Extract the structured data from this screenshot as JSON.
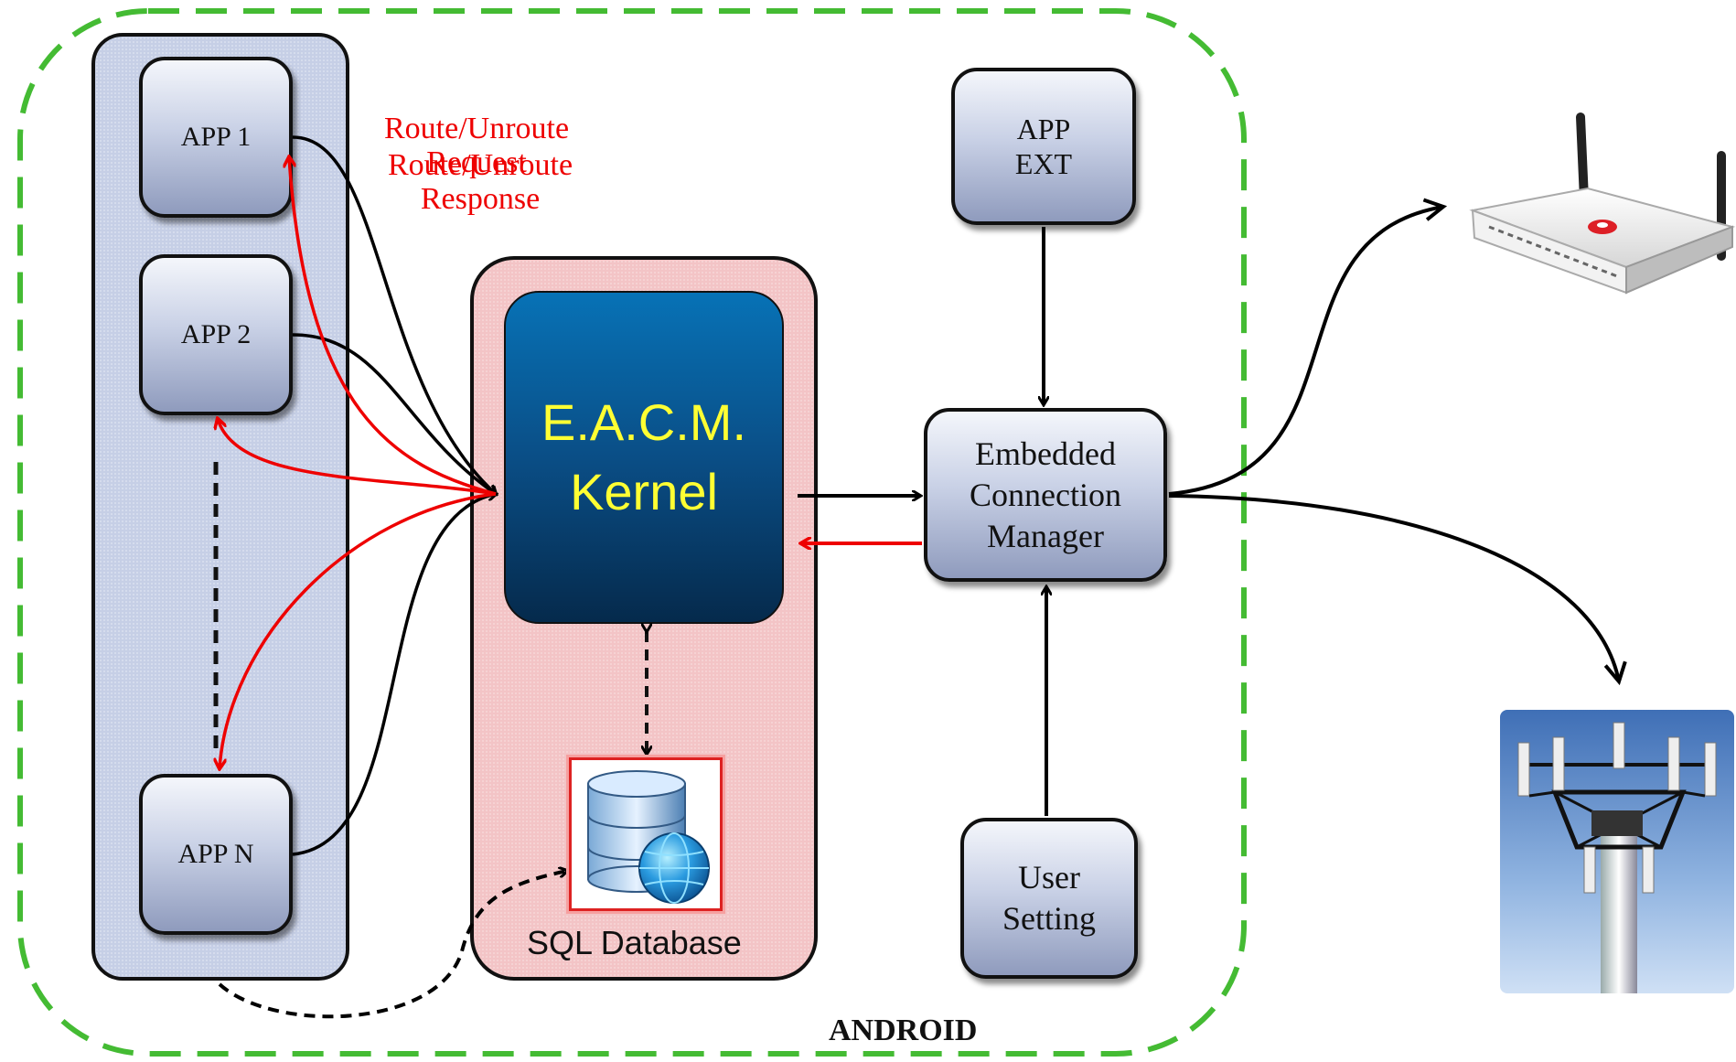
{
  "colors": {
    "android_border": "#44bb33",
    "apps_panel": "#c6cfe6",
    "kernel_panel": "#f3c4c6",
    "kernel_box": "#0a3f6b",
    "kernel_text": "#ffff33",
    "request_arrow": "#ee0000",
    "black_arrow": "#000000"
  },
  "android": {
    "label": "ANDROID"
  },
  "apps": [
    {
      "id": "app1",
      "label": "APP 1"
    },
    {
      "id": "app2",
      "label": "APP 2"
    },
    {
      "id": "appn",
      "label": "APP N"
    }
  ],
  "annotations": {
    "route_request": "Route/Unroute\nRequest",
    "route_response": "Route/Unroute\nResponse"
  },
  "kernel": {
    "label": "E.A.C.M.\nKernel"
  },
  "database": {
    "label": "SQL Database",
    "icon": "database-globe-icon"
  },
  "app_ext": {
    "label": "APP\nEXT"
  },
  "connection_manager": {
    "label": "Embedded\nConnection\nManager"
  },
  "user_setting": {
    "label": "User\nSetting"
  },
  "external": [
    {
      "id": "router",
      "icon": "wifi-router-icon"
    },
    {
      "id": "tower",
      "icon": "cell-tower-icon"
    }
  ]
}
